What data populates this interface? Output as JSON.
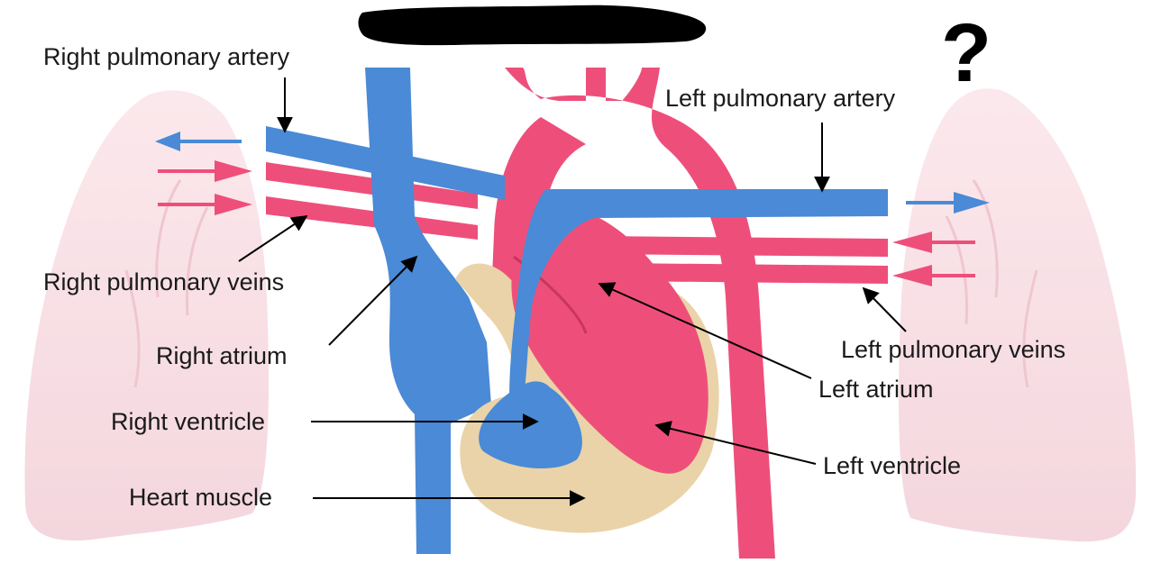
{
  "labels": {
    "right_pulmonary_artery": "Right pulmonary artery",
    "left_pulmonary_artery": "Left pulmonary artery",
    "right_pulmonary_veins": "Right pulmonary veins",
    "left_pulmonary_veins": "Left pulmonary veins",
    "right_atrium": "Right atrium",
    "left_atrium": "Left atrium",
    "right_ventricle": "Right ventricle",
    "left_ventricle": "Left ventricle",
    "heart_muscle": "Heart muscle"
  },
  "question_mark": "?",
  "colors": {
    "deoxygenated": "#4a8ad6",
    "oxygenated": "#ee4f7a",
    "heart_muscle": "#ead3a8",
    "lung": "#f7dde3",
    "redaction": "#000000"
  }
}
